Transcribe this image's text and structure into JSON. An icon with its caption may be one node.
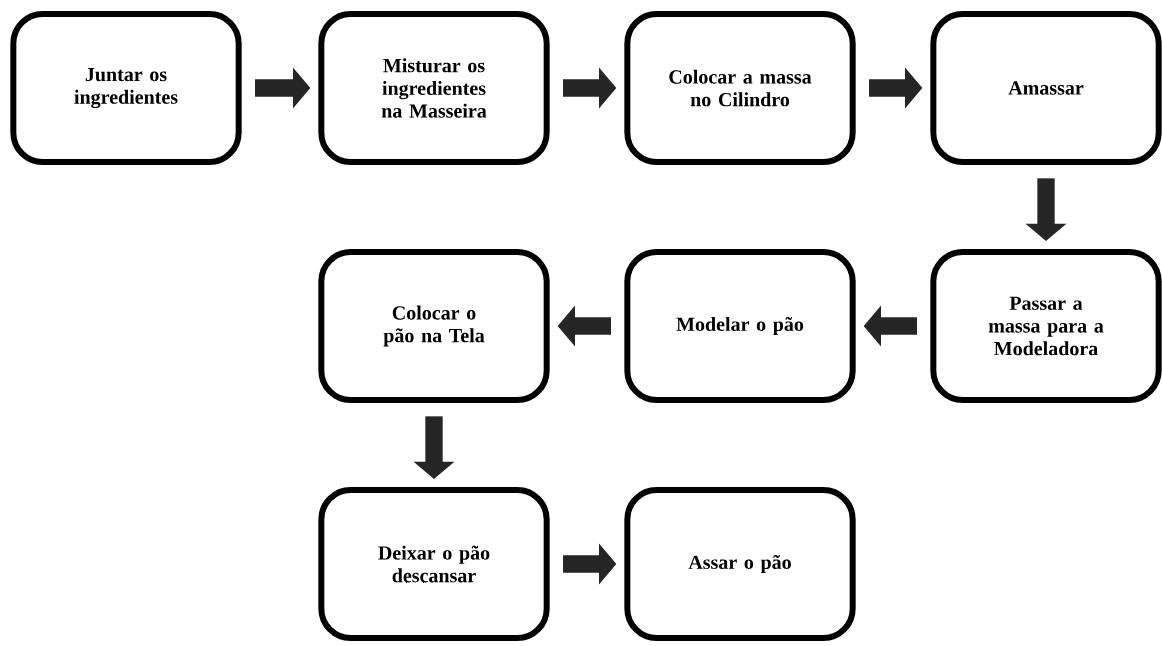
{
  "diagram": {
    "nodes": [
      {
        "text": [
          "Juntar os ingredientes"
        ]
      },
      {
        "text": [
          "Misturar os ingredientes na Masseira"
        ]
      },
      {
        "text": [
          "Colocar a massa no Cilindro"
        ]
      },
      {
        "text": [
          "Amassar"
        ]
      },
      {
        "text": [
          "Passar a massa para a Modeladora"
        ]
      },
      {
        "text": [
          "Modelar o pão"
        ]
      },
      {
        "text": [
          "Colocar o pão na Tela"
        ]
      },
      {
        "text": [
          "Deixar o pão descansar"
        ]
      },
      {
        "text": [
          "Assar o pão"
        ]
      }
    ],
    "edges": [
      {
        "from": 0,
        "to": 1,
        "arrow": "to"
      },
      {
        "from": 1,
        "to": 2,
        "arrow": "to"
      },
      {
        "from": 2,
        "to": 3,
        "arrow": "to"
      },
      {
        "from": 3,
        "to": 4,
        "arrow": "to"
      },
      {
        "from": 4,
        "to": 5,
        "arrow": "to"
      },
      {
        "from": 5,
        "to": 6,
        "arrow": "to"
      },
      {
        "from": 6,
        "to": 7,
        "arrow": "to"
      },
      {
        "from": 7,
        "to": 8,
        "arrow": "to"
      }
    ]
  }
}
